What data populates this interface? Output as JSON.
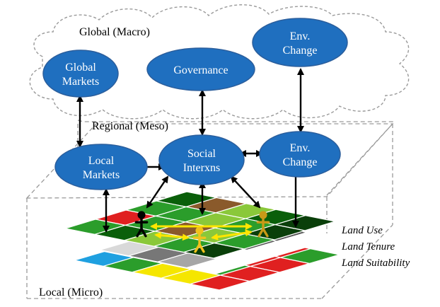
{
  "scales": {
    "global": "Global (Macro)",
    "regional": "Regional (Meso)",
    "local": "Local (Micro)"
  },
  "nodes": {
    "global_markets": [
      "Global",
      "Markets"
    ],
    "governance": [
      "Governance"
    ],
    "env_change_global": [
      "Env.",
      "Change"
    ],
    "local_markets": [
      "Local",
      "Markets"
    ],
    "social_interactions": [
      "Social",
      "Interxns"
    ],
    "env_change_regional": [
      "Env.",
      "Change"
    ]
  },
  "layers": {
    "land_use": "Land Use",
    "land_tenure": "Land Tenure",
    "land_suitability": "Land Suitability"
  },
  "colors": {
    "node_fill": "#1f6fbf",
    "node_stroke": "#2b5e9c",
    "cloud_stroke": "#9a9a9a",
    "box_stroke": "#9a9a9a",
    "agent_black": "#000000",
    "agent_gold": "#c99a17",
    "agent_yellow": "#f2c21b",
    "link_yellow": "#ffe600"
  }
}
